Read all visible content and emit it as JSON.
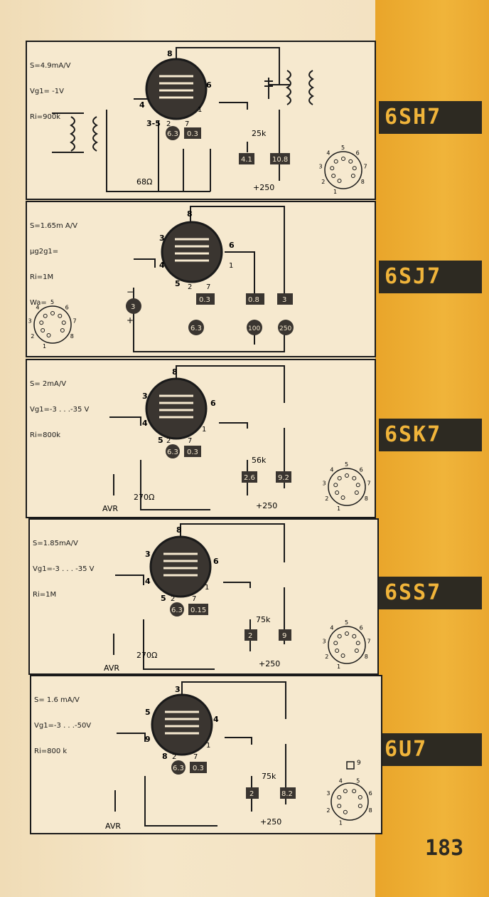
{
  "page_number": "183",
  "panels": [
    {
      "tube": "6SH7",
      "params": [
        "S=4.9mA/V",
        "Vg1= -1V",
        "Ri=900k"
      ],
      "pin_labels": {
        "anode": "8",
        "screen": "6",
        "g1": "4",
        "cathode": "3-5",
        "k2": "2",
        "h7": "7",
        "suppr": "1"
      },
      "heater_v": "6.3",
      "heater_a": "0.3",
      "resistor_screen": "25k",
      "resistor_cathode": "68Ω",
      "screen_ma": "4.1",
      "anode_ma": "10.8",
      "supply": "+250",
      "socket": [
        "1",
        "2",
        "3",
        "4",
        "5",
        "6",
        "7",
        "8"
      ]
    },
    {
      "tube": "6SJ7",
      "params": [
        "S=1.65m A/V",
        "μg2g1=",
        "Ri=1M",
        "Wa="
      ],
      "pin_labels": {
        "anode": "8",
        "g1": "3",
        "screen": "6",
        "g3": "4",
        "k": "5",
        "h2": "2",
        "h7": "7",
        "s": "1"
      },
      "heater_v": "6.3",
      "heater_a": "0.3",
      "grid_v": "3",
      "screen_ma": "0.8",
      "anode_ma": "3",
      "screen_v": "100",
      "anode_v": "250",
      "minus": "−",
      "plus": "+",
      "socket": [
        "1",
        "2",
        "3",
        "4",
        "5",
        "6",
        "7",
        "8"
      ]
    },
    {
      "tube": "6SK7",
      "params": [
        "S= 2mA/V",
        "Vg1=-3 . . .-35 V",
        "Ri=800k"
      ],
      "pin_labels": {
        "anode": "8",
        "g1": "3",
        "screen": "6",
        "g3": "4",
        "k": "5",
        "h2": "2",
        "h7": "7",
        "s": "1"
      },
      "heater_v": "6.3",
      "heater_a": "0.3",
      "resistor_screen": "56k",
      "resistor_cathode": "270Ω",
      "screen_ma": "2.6",
      "anode_ma": "9.2",
      "supply": "+250",
      "avr": "AVR",
      "socket": [
        "1",
        "2",
        "3",
        "4",
        "5",
        "6",
        "7",
        "8"
      ]
    },
    {
      "tube": "6SS7",
      "params": [
        "S=1.85mA/V",
        "Vg1=-3 . . . -35 V",
        "Ri=1M"
      ],
      "pin_labels": {
        "anode": "8",
        "g1": "3",
        "screen": "6",
        "g3": "4",
        "k": "5",
        "h2": "2",
        "h7": "7",
        "s": "1"
      },
      "heater_v": "6.3",
      "heater_a": "0.15",
      "resistor_screen": "75k",
      "resistor_cathode": "270Ω",
      "screen_ma": "2",
      "anode_ma": "9",
      "supply": "+250",
      "avr": "AVR",
      "socket": [
        "1",
        "2",
        "3",
        "4",
        "5",
        "6",
        "7",
        "8"
      ]
    },
    {
      "tube": "6U7",
      "params": [
        "S= 1.6 mA/V",
        "Vg1=-3 . . .-50V",
        "Ri=800 k"
      ],
      "pin_labels": {
        "anode": "3",
        "g1": "5",
        "screen": "4",
        "g3": "9",
        "k": "8",
        "h2": "2",
        "h7": "7",
        "s": "1"
      },
      "heater_v": "6.3",
      "heater_a": "0.3",
      "resistor_screen": "75k",
      "screen_ma": "2",
      "anode_ma": "8.2",
      "supply": "+250",
      "avr": "AVR",
      "cap_pin": "9",
      "socket": [
        "1",
        "2",
        "3",
        "4",
        "5",
        "6",
        "8"
      ]
    }
  ],
  "colors": {
    "ink": "#1a1a1a",
    "tab_bg": "#2d2a22",
    "tab_text": "#f0b43a",
    "stripe": "#f0b43a",
    "paper": "#f6e9cf"
  }
}
